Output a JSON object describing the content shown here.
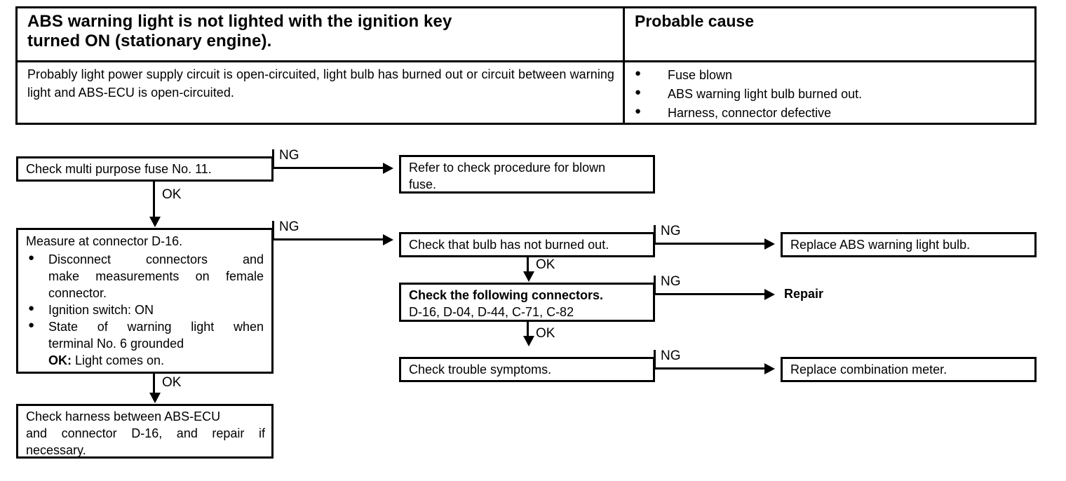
{
  "symptom_table": {
    "title_line1": "ABS warning light is not lighted with the ignition key",
    "title_line2": "turned ON (stationary engine).",
    "probable_cause_header": "Probable cause",
    "description": "Probably light power supply circuit is open-circuited, light bulb has burned out or circuit between warning light and ABS-ECU is open-circuited.",
    "causes": [
      "Fuse blown",
      "ABS warning light bulb burned out.",
      "Harness, connector defective"
    ],
    "bullet_glyph": "●"
  },
  "flowchart": {
    "edge_labels": {
      "ng": "NG",
      "ok": "OK"
    },
    "boxes": {
      "check_fuse": {
        "text": "Check multi purpose fuse No. 11."
      },
      "refer_blown_fuse": {
        "line1": "Refer to check procedure for blown",
        "line2": "fuse."
      },
      "measure_connector": {
        "title": "Measure at connector D-16.",
        "bullets": [
          {
            "line1": "Disconnect connectors and",
            "line2": "make measurements on female",
            "line3": "connector."
          },
          {
            "line1": "Ignition switch: ON"
          },
          {
            "line1": "State of warning light when",
            "line2": "terminal No. 6 grounded",
            "ok_prefix": "OK:",
            "ok_text": " Light comes on."
          }
        ],
        "bullet_glyph": "●"
      },
      "check_harness": {
        "line1": "Check harness between ABS-ECU",
        "line2": "and connector D-16, and repair if",
        "line3": "necessary."
      },
      "check_bulb": {
        "text": "Check that bulb has not burned out."
      },
      "check_connectors": {
        "title": "Check the following connectors.",
        "list": "D-16, D-04, D-44, C-71, C-82"
      },
      "check_trouble": {
        "text": "Check trouble symptoms."
      },
      "replace_bulb": {
        "text": "Replace ABS warning light bulb."
      },
      "repair": {
        "text": "Repair"
      },
      "replace_meter": {
        "text": "Replace combination meter."
      }
    }
  },
  "colors": {
    "ink": "#000000",
    "paper": "#ffffff"
  }
}
